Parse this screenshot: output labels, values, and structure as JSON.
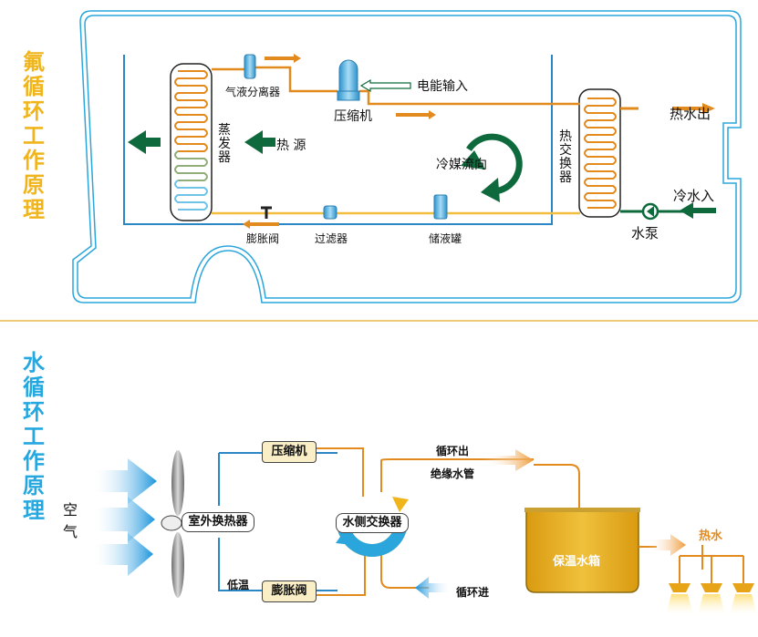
{
  "colors": {
    "title_top": "#f1b51c",
    "title_bottom": "#25a8e0",
    "outline_blue": "#2aa6dc",
    "pipe_orange": "#e28a1e",
    "pipe_blue": "#2b86c5",
    "arrow_green": "#0e6a3c",
    "divider": "#e8b84a",
    "tank_gold": "#e2a91a",
    "spray_blue": "#1c95dd"
  },
  "top": {
    "title_chars": [
      "氟",
      "循",
      "环",
      "工",
      "作",
      "原",
      "理"
    ],
    "labels": {
      "separator": "气液分离器",
      "power_input": "电能输入",
      "compressor": "压缩机",
      "evaporator_chars": [
        "蒸",
        "发",
        "器"
      ],
      "heat_source": "热 源",
      "refrigerant_flow": "冷媒流向",
      "exchanger_chars": [
        "热",
        "交",
        "换",
        "器"
      ],
      "hot_water_out": "热水出",
      "cold_water_in": "冷水入",
      "pump": "水泵",
      "expansion_valve": "膨胀阀",
      "filter": "过滤器",
      "receiver": "储液罐"
    }
  },
  "bottom": {
    "title_chars": [
      "水",
      "循",
      "环",
      "工",
      "作",
      "原",
      "理"
    ],
    "labels": {
      "air_chars": [
        "空",
        "气"
      ],
      "outdoor_exchanger": "室外换热器",
      "compressor": "压缩机",
      "low_temp": "低温",
      "expansion_valve": "膨胀阀",
      "water_exchanger": "水侧交换器",
      "loop_out": "循环出",
      "insulated_pipe": "绝缘水管",
      "loop_in": "循环进",
      "tank": "保温水箱",
      "hot_water": "热水"
    }
  }
}
